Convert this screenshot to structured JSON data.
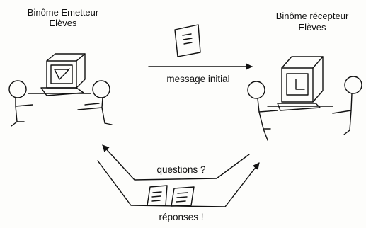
{
  "sender": {
    "title_line1": "Binôme Emetteur",
    "title_line2": "Elèves"
  },
  "receiver": {
    "title_line1": "Binôme récepteur",
    "title_line2": "Elèves"
  },
  "arrows": {
    "initial_message": "message initial",
    "questions": "questions ?",
    "answers": "réponses !"
  },
  "icons": {
    "document": "document-icon",
    "computer": "computer-icon",
    "student": "student-figure-icon"
  }
}
